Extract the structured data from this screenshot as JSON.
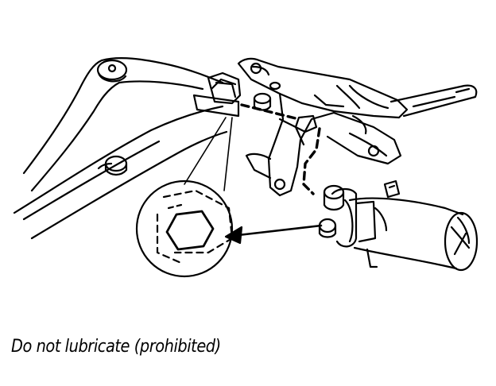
{
  "caption": "Do not lubricate (prohibited)",
  "colors": {
    "ink": "#000000",
    "paper": "#ffffff"
  },
  "parts": {
    "wiper_arm": "wiper-arm",
    "linkage_bracket": "linkage-bracket",
    "wiper_motor": "wiper-motor",
    "detail_callout": "hex-shaft-detail"
  }
}
